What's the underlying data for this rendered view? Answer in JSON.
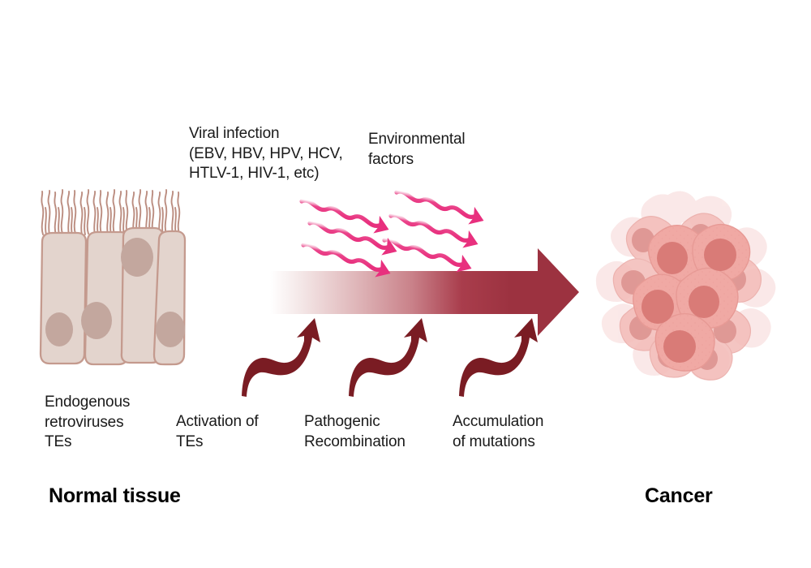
{
  "figure": {
    "title_left": "Normal tissue",
    "title_right": "Cancer",
    "labels": {
      "viral_infection": "Viral infection\n(EBV, HBV, HPV, HCV,\nHTLV-1, HIV-1, etc)",
      "environmental_factors": "Environmental\nfactors",
      "endogenous_retroviruses": "Endogenous\nretroviruses\nTEs",
      "activation_of_tes": "Activation of\nTEs",
      "pathogenic_recombination": "Pathogenic\nRecombination",
      "accumulation_of_mutations": "Accumulation\nof mutations"
    },
    "colors": {
      "arrow_dark_red": "#9c3240",
      "arrow_maroon": "#7a1c23",
      "squiggle_pink": "#e8307e",
      "epithelial_fill": "#e3d4cd",
      "epithelial_stroke": "#c49a8e",
      "epithelial_nucleus": "#c3a79e",
      "tumor_cell_fill": "#f0a9a4",
      "tumor_nucleus": "#d97b77",
      "tumor_outer_fill": "#f7d7d6",
      "background": "#ffffff",
      "text": "#1a1a1a"
    },
    "icons": {
      "main_progression_arrow": "right-arrow-gradient",
      "environmental_squiggles": "wavy-arrow",
      "step_arrow": "curved-up-arrow",
      "left_tissue": "columnar-epithelium-illustration",
      "right_tissue": "tumor-cell-cluster-illustration"
    },
    "counts": {
      "epithelial_cells": 4,
      "squiggle_group_1": 3,
      "squiggle_group_2": 3,
      "step_arrows": 3
    }
  }
}
